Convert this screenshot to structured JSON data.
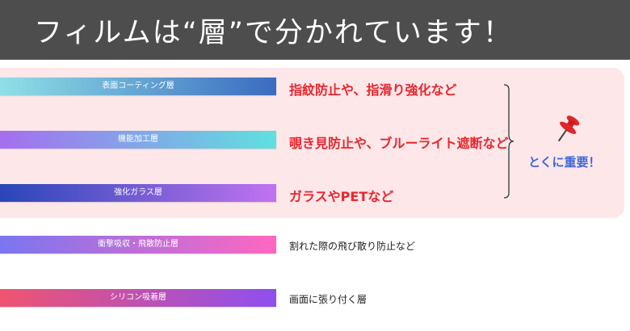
{
  "header": {
    "title": "フィルムは“層”で分かれています！"
  },
  "layers": [
    {
      "label": "表面コーティング層",
      "description": "指紋防止や、指滑り強化など",
      "gradient": [
        "#8fe0e6",
        "#3a6bc0"
      ]
    },
    {
      "label": "機能加工層",
      "description": "覗き見防止や、ブルーライト遮断など",
      "gradient": [
        "#a56ef0",
        "#5fe0e0"
      ]
    },
    {
      "label": "強化ガラス層",
      "description": "ガラスやPETなど",
      "gradient": [
        "#2846b8",
        "#c173f0"
      ]
    },
    {
      "label": "衝撃吸収・飛散防止層",
      "description": "割れた際の飛び散り防止など",
      "gradient": [
        "#7a76f0",
        "#ff67c0"
      ]
    },
    {
      "label": "シリコン吸着層",
      "description": "画面に張り付く層",
      "gradient": [
        "#f05470",
        "#8e4ff0"
      ]
    }
  ],
  "important_label": "とくに重要！",
  "colors": {
    "header_bg": "#4d4d4d",
    "highlight_bg": "#fde7e9",
    "important_text": "#e8262e",
    "important_label": "#3d67d8",
    "pin": "#e0272c"
  },
  "icons": {
    "pin": "pushpin-icon",
    "brace": "right-brace"
  }
}
